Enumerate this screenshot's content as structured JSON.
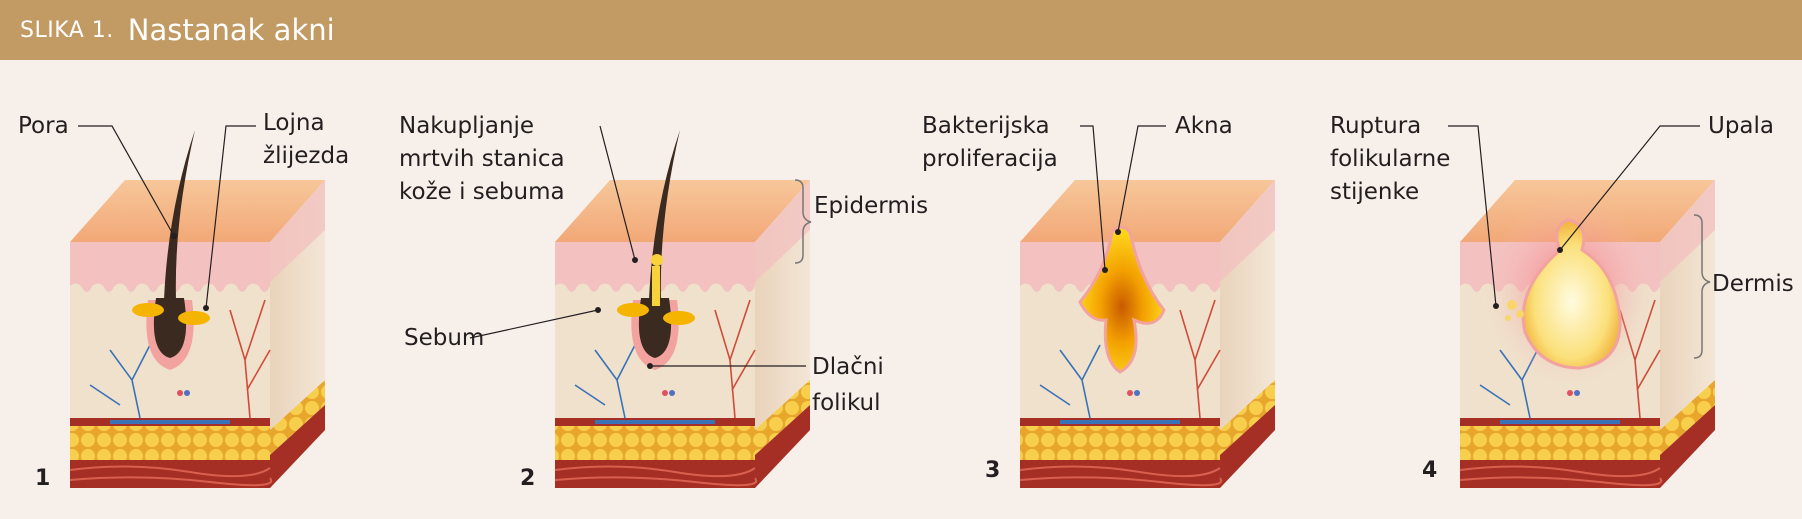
{
  "figure": {
    "label": "SLIKA 1.",
    "title": "Nastanak akni"
  },
  "stages": [
    {
      "number": "1",
      "labels": [
        "Pora",
        "Lojna",
        "žlijezda"
      ]
    },
    {
      "number": "2",
      "labels": [
        "Nakupljanje",
        "mrtvih stanica",
        "kože i sebuma",
        "Sebum",
        "Dlačni",
        "folikul"
      ]
    },
    {
      "number": "3",
      "labels": [
        "Bakterijska",
        "proliferacija",
        "Akna"
      ]
    },
    {
      "number": "4",
      "labels": [
        "Ruptura",
        "folikularne",
        "stijenke",
        "Upala"
      ]
    }
  ],
  "layers": {
    "epidermis": "Epidermis",
    "dermis": "Dermis"
  },
  "colors": {
    "header": "#c29a63",
    "background": "#f7efea",
    "epidermis_top": "#f4b488",
    "epidermis_band": "#f3c2c0",
    "dermis": "#efe1cc",
    "fat": "#f5c546",
    "muscle": "#a52f25",
    "hair": "#3a2a1f",
    "sebum": "#f5b400",
    "vessel_red": "#d04c3a",
    "vessel_blue": "#3a72b8"
  }
}
